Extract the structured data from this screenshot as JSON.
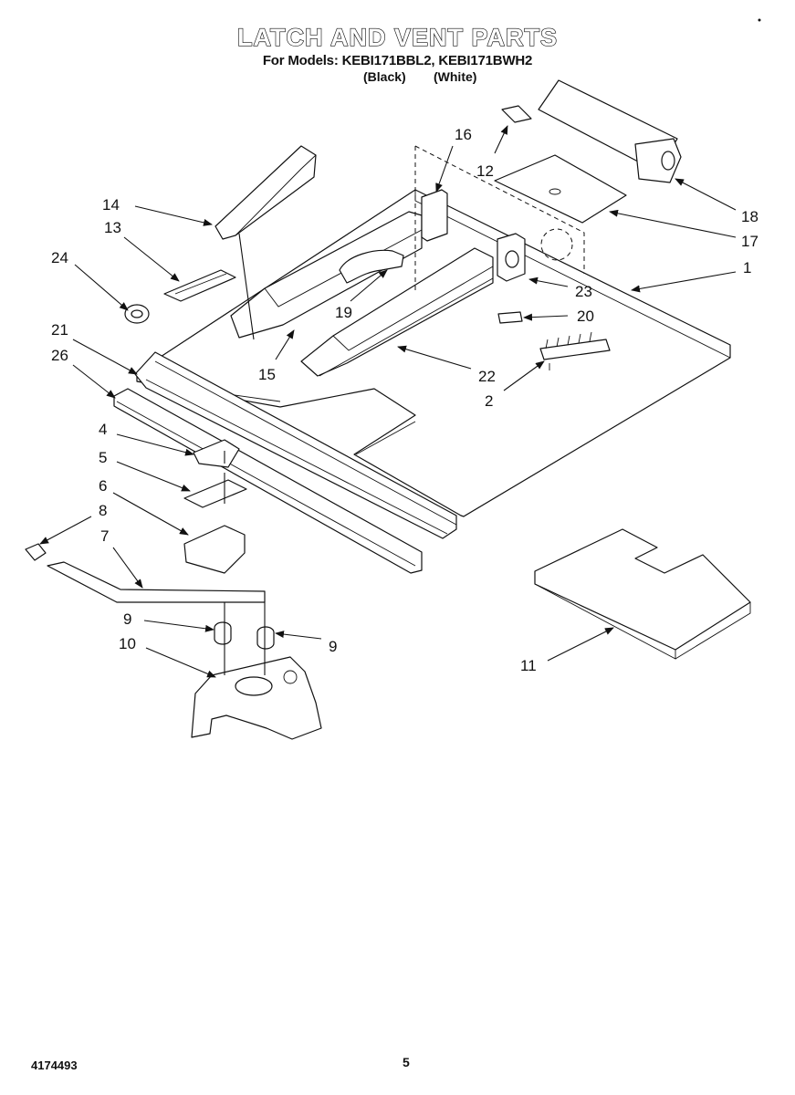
{
  "header": {
    "title": "LATCH AND VENT PARTS",
    "subtitle": "For Models: KEBI171BBL2, KEBI171BWH2",
    "variant_black": "(Black)",
    "variant_white": "(White)"
  },
  "callouts": [
    {
      "id": "c1",
      "label": "1"
    },
    {
      "id": "c2",
      "label": "2"
    },
    {
      "id": "c4",
      "label": "4"
    },
    {
      "id": "c5",
      "label": "5"
    },
    {
      "id": "c6",
      "label": "6"
    },
    {
      "id": "c7",
      "label": "7"
    },
    {
      "id": "c8",
      "label": "8"
    },
    {
      "id": "c9a",
      "label": "9"
    },
    {
      "id": "c9b",
      "label": "9"
    },
    {
      "id": "c10",
      "label": "10"
    },
    {
      "id": "c11",
      "label": "11"
    },
    {
      "id": "c12",
      "label": "12"
    },
    {
      "id": "c13",
      "label": "13"
    },
    {
      "id": "c14",
      "label": "14"
    },
    {
      "id": "c15",
      "label": "15"
    },
    {
      "id": "c16",
      "label": "16"
    },
    {
      "id": "c17",
      "label": "17"
    },
    {
      "id": "c18",
      "label": "18"
    },
    {
      "id": "c19",
      "label": "19"
    },
    {
      "id": "c20",
      "label": "20"
    },
    {
      "id": "c21",
      "label": "21"
    },
    {
      "id": "c22",
      "label": "22"
    },
    {
      "id": "c23",
      "label": "23"
    },
    {
      "id": "c24",
      "label": "24"
    },
    {
      "id": "c26",
      "label": "26"
    }
  ],
  "footer": {
    "doc_number": "4174493",
    "page_number": "5"
  }
}
